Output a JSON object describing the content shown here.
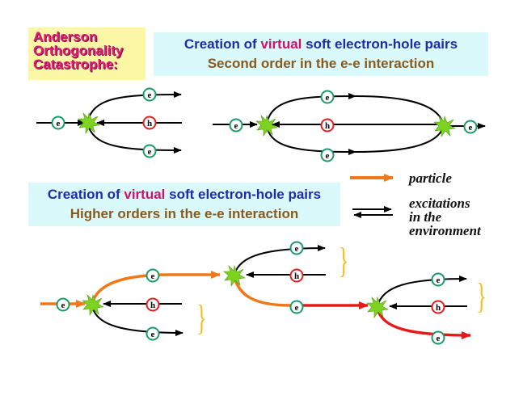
{
  "title": [
    "Anderson",
    "Orthogonality",
    "Catastrophe:"
  ],
  "box1": {
    "prefix": "Creation of",
    "virtual": "virtual",
    "suffix": "soft electron-hole pairs",
    "line2": "Second order in the e-e interaction"
  },
  "box2": {
    "prefix": "Creation of",
    "virtual": "virtual",
    "suffix": "soft electron-hole pairs",
    "line2": "Higher orders in the e-e interaction"
  },
  "legend": {
    "particle": "particle",
    "excitations": [
      "excitations",
      "in the",
      "environment"
    ]
  },
  "node_labels": {
    "electron": "e",
    "hole": "h"
  },
  "colors": {
    "title_text": "#e0197a",
    "title_bg": "#fbf7a4",
    "box_bg": "#d9f9fb",
    "box_title": "#1f2ba8",
    "box_virtual": "#d0106a",
    "box_subtitle": "#8a5a1c",
    "particle_orange": "#f07818",
    "particle_red": "#e81818",
    "electron_ring": "#1d9a6a",
    "hole_ring": "#e02020",
    "vertex_star": "#7ed321",
    "brace": "#f0c020"
  }
}
